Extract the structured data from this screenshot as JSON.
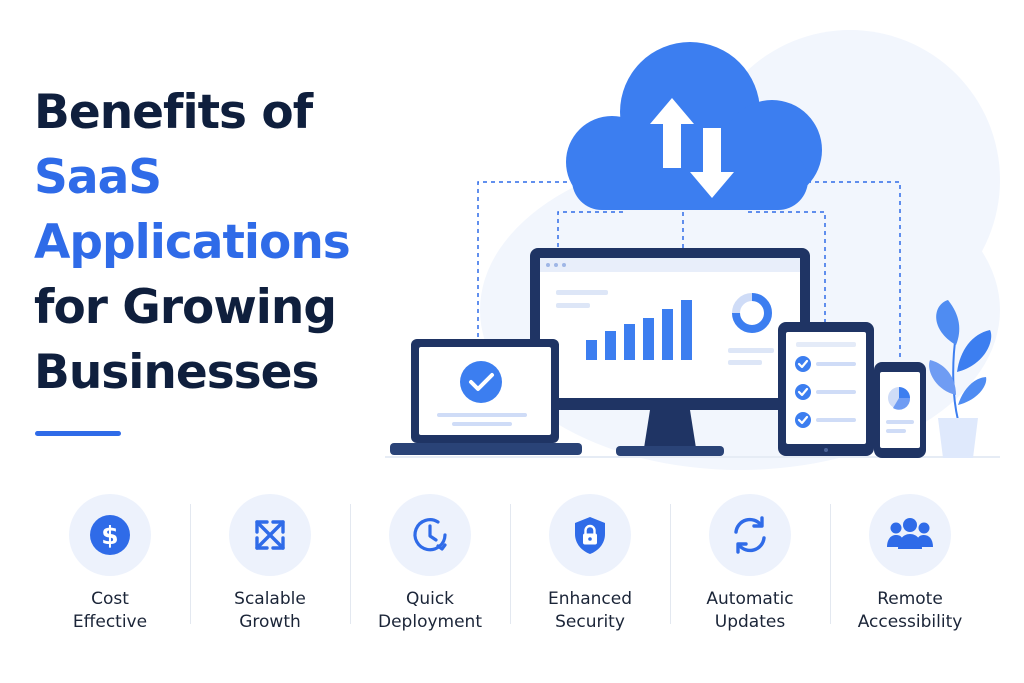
{
  "headline": {
    "line1": "Benefits of",
    "line2": "SaaS",
    "line3": "Applications",
    "line4": "for Growing",
    "line5": "Businesses"
  },
  "colors": {
    "primary_blue": "#2f6be8",
    "navy": "#0f1f3d",
    "device_frame": "#1f3464",
    "light_blue": "#dfe9fc"
  },
  "illustration": {
    "cloud_icons": [
      "upload-arrow-icon",
      "download-arrow-icon"
    ],
    "devices": [
      "laptop",
      "desktop-monitor",
      "tablet",
      "smartphone"
    ],
    "decor": [
      "potted-plant"
    ]
  },
  "benefits": [
    {
      "icon": "dollar-icon",
      "line1": "Cost",
      "line2": "Effective"
    },
    {
      "icon": "expand-arrows-icon",
      "line1": "Scalable",
      "line2": "Growth"
    },
    {
      "icon": "clock-icon",
      "line1": "Quick",
      "line2": "Deployment"
    },
    {
      "icon": "shield-lock-icon",
      "line1": "Enhanced",
      "line2": "Security"
    },
    {
      "icon": "refresh-icon",
      "line1": "Automatic",
      "line2": "Updates"
    },
    {
      "icon": "users-icon",
      "line1": "Remote",
      "line2": "Accessibility"
    }
  ]
}
